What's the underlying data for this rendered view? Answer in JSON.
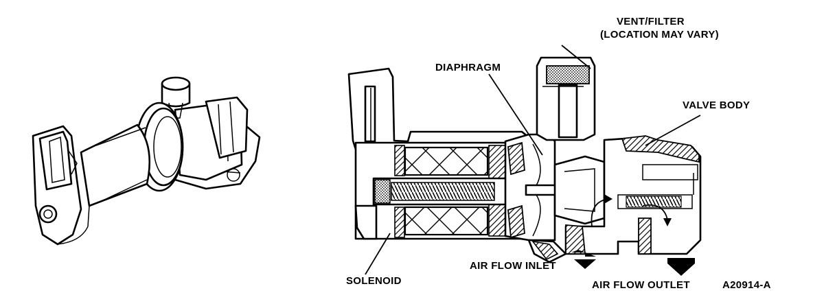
{
  "labels": {
    "vent_filter": "VENT/FILTER",
    "vent_location_note": "(LOCATION MAY VARY)",
    "diaphragm": "DIAPHRAGM",
    "valve_body": "VALVE BODY",
    "solenoid": "SOLENOID",
    "air_flow_inlet": "AIR FLOW INLET",
    "air_flow_outlet": "AIR FLOW OUTLET",
    "figure_id": "A20914-A"
  }
}
